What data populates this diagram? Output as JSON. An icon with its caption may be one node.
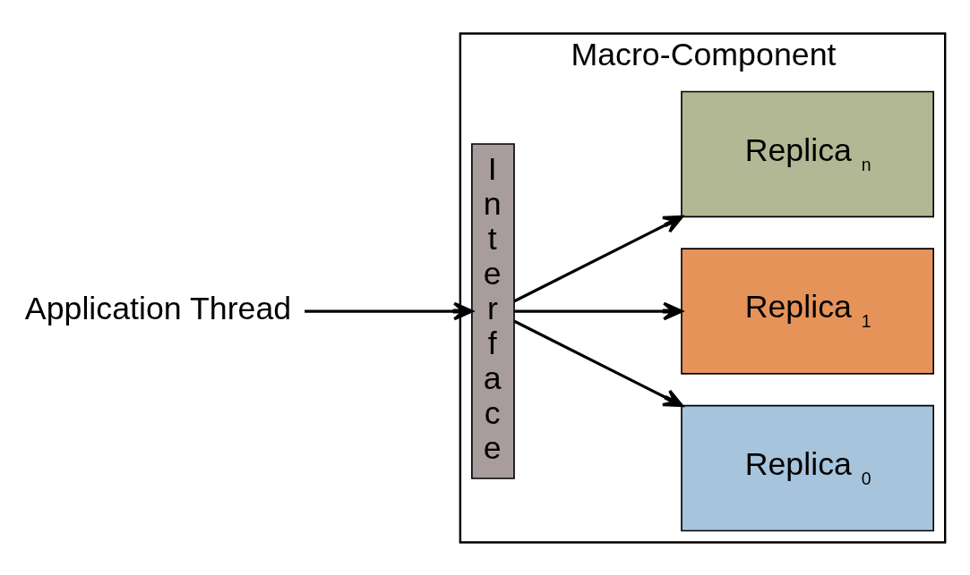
{
  "diagram": {
    "nodes": [
      {
        "text": [
          "Macro-Component"
        ]
      },
      {
        "text": [
          "Interface"
        ],
        "in": 0
      },
      {
        "text": [
          "Replica $_{0}$"
        ],
        "in": 0
      },
      {
        "text": [
          "Replica $_{1}$"
        ],
        "in": 0
      },
      {
        "text": [
          "Replica $_{n}$"
        ],
        "in": 0
      },
      {
        "text": [
          "Application Thread"
        ]
      }
    ],
    "edges": [
      {
        "from": 5,
        "to": 1,
        "arrow": "to"
      },
      {
        "from": 1,
        "to": 2,
        "arrow": "to"
      },
      {
        "from": 1,
        "to": 3,
        "arrow": "to"
      },
      {
        "from": 1,
        "to": 4,
        "arrow": "to"
      }
    ]
  }
}
